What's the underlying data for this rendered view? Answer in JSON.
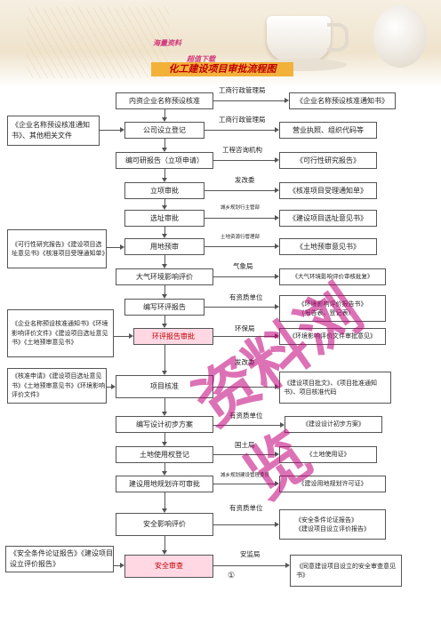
{
  "header": {
    "top_left": "海量资料",
    "top_right": "超值下载",
    "title": "化工建设项目审批流程图"
  },
  "main_steps": [
    "内资企业名称预设核准",
    "公司设立登记",
    "编可研报告（立项申请）",
    "立项审批",
    "选址审批",
    "用地预审",
    "大气环境影响评价",
    "编写环评报告",
    "环评报告审批",
    "项目核准",
    "编写设计初步方案",
    "土地使用权登记",
    "建设用地规划许可审批",
    "安全影响评价",
    "安全审查"
  ],
  "authorities": [
    "工商行政管理局",
    "工商行政管理局",
    "工程咨询机构",
    "发改委",
    "城乡规划行主管部",
    "土地资源行管理部",
    "气象局",
    "有资质单位",
    "环保局",
    "发改委",
    "有资质单位",
    "国土局",
    "城乡规划建设管理委员",
    "有资质单位",
    "安监局"
  ],
  "outputs": [
    "《企业名称预设核准通知书》",
    "营业执照、组织代码等",
    "《可行性研究报告》",
    "《核准项目受理通知单》",
    "《建设项目选址意见书》",
    "《土地预审意见书》",
    "《大气环境影响评价审核批复》",
    "《环境影响评价报告书》\n（报告表、登记表）",
    "《环境影响评价文件审批意见》",
    "《建设项目批文》、《项目批准通知书》、项目核准代码",
    "《建设设计初步方案》",
    "《土地使用证》",
    "《建设用地规划许可证》",
    "《安全条件论证报告》\n《建设项目设立评价报告》",
    "《同意建设项目设立的安全审查意见书》"
  ],
  "inputs": [
    "《企业名称预设核准通知书》、其他相关文件",
    "《可行性研究报告》《建设项目选址意见书》《核准项目受理通知单》",
    "《企业名称预设核准通知书》《环境影响评价文件》《建设项目选址意见书》《土地预审意见书》",
    "《核准申请》《建设项目选址意见书》《土地预审意见书》《环境影响评价文件》",
    "《安全条件论证报告》《建设项目设立评价报告》"
  ],
  "watermark": "资料浏览",
  "footnote": "①"
}
